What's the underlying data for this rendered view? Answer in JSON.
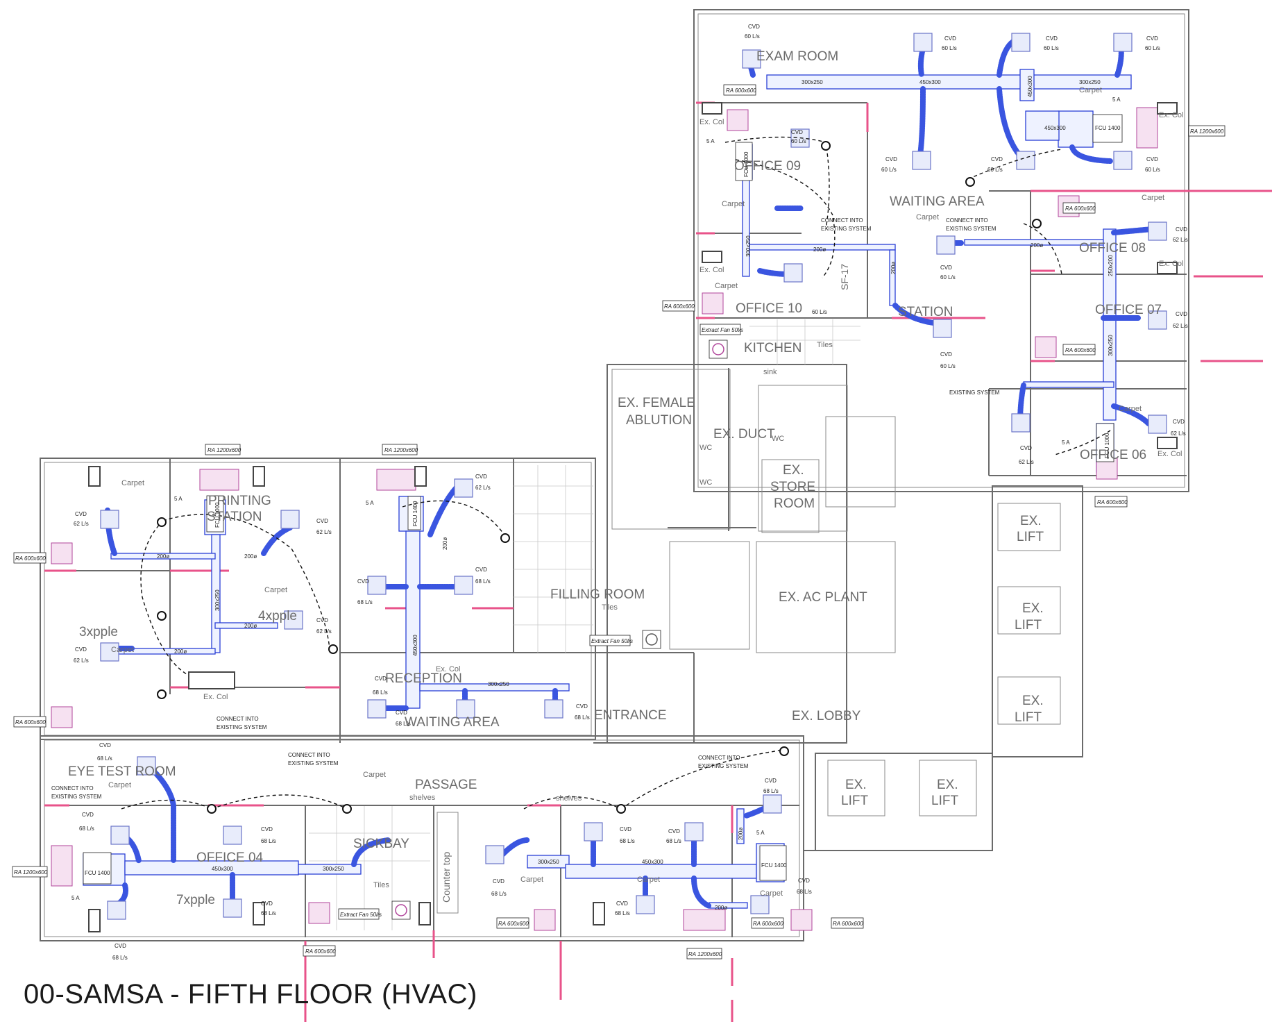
{
  "title": "00-SAMSA - FIFTH FLOOR  (HVAC)",
  "rooms": [
    {
      "id": "exam-room",
      "label": "EXAM ROOM"
    },
    {
      "id": "office-09",
      "label": "OFFICE 09"
    },
    {
      "id": "waiting-area",
      "label": "WAITING AREA"
    },
    {
      "id": "office-08",
      "label": "OFFICE 08"
    },
    {
      "id": "office-10",
      "label": "OFFICE 10"
    },
    {
      "id": "station",
      "label": "STATION"
    },
    {
      "id": "office-07",
      "label": "OFFICE 07"
    },
    {
      "id": "kitchen",
      "label": "KITCHEN"
    },
    {
      "id": "office-06",
      "label": "OFFICE 06"
    },
    {
      "id": "ex-female-ablution-1",
      "label": "EX. FEMALE"
    },
    {
      "id": "ex-female-ablution-2",
      "label": "ABLUTION"
    },
    {
      "id": "ex-duct",
      "label": "EX. DUCT"
    },
    {
      "id": "ex-store-room-1",
      "label": "EX."
    },
    {
      "id": "ex-store-room-2",
      "label": "STORE"
    },
    {
      "id": "ex-store-room-3",
      "label": "ROOM"
    },
    {
      "id": "printing-station-1",
      "label": "PRINTING"
    },
    {
      "id": "printing-station-2",
      "label": "STATION"
    },
    {
      "id": "filling-room",
      "label": "FILLING ROOM"
    },
    {
      "id": "ex-ac-plant",
      "label": "EX. AC PLANT"
    },
    {
      "id": "reception",
      "label": "RECEPTION"
    },
    {
      "id": "waiting-area-2",
      "label": "WAITING AREA"
    },
    {
      "id": "entrance",
      "label": "ENTRANCE"
    },
    {
      "id": "ex-lobby",
      "label": "EX. LOBBY"
    },
    {
      "id": "eye-test-room",
      "label": "EYE TEST ROOM"
    },
    {
      "id": "passage",
      "label": "PASSAGE"
    },
    {
      "id": "sickbay",
      "label": "SICKBAY"
    },
    {
      "id": "office-04",
      "label": "OFFICE 04"
    },
    {
      "id": "counter-top",
      "label": "Counter top"
    },
    {
      "id": "sf-17",
      "label": "SF-17"
    }
  ],
  "occupancy": [
    {
      "id": "occ-3",
      "label": "3xpple"
    },
    {
      "id": "occ-4",
      "label": "4xpple"
    },
    {
      "id": "occ-7",
      "label": "7xpple"
    }
  ],
  "lifts": {
    "line1": "EX.",
    "line2": "LIFT"
  },
  "finishes": {
    "carpet": "Carpet",
    "tiles": "Tiles",
    "shelves": "shelves",
    "wc": "WC",
    "sink": "sink",
    "ex_col": "Ex. Col"
  },
  "equipment": {
    "cvd": "CVD",
    "flow_60": "60 L/s",
    "flow_62": "62 L/s",
    "flow_68": "68 L/s",
    "fcu_1400": "FCU 1400",
    "fcu_1000": "FCU 1000",
    "amp": "5 A",
    "ra_600": "RA 600x600",
    "ra_1200": "RA 1200x600",
    "extract_fan": "Extract Fan 50l/s",
    "connect_1": "CONNECT INTO",
    "connect_2": "EXISTING SYSTEM",
    "existing_system": "EXISTING SYSTEM"
  },
  "duct_sizes": {
    "s300x250": "300x250",
    "s450x300": "450x300",
    "s250x200": "250x200",
    "s200": "200ø"
  }
}
